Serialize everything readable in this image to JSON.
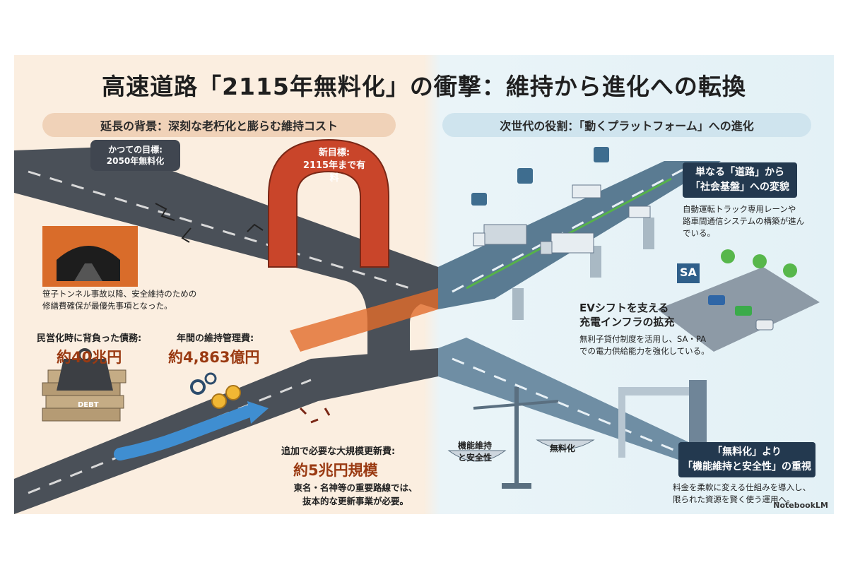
{
  "title": "高速道路「2115年無料化」の衝撃：維持から進化への転換",
  "left_section": {
    "header": "延長の背景：深刻な老朽化と膨らむ維持コスト",
    "old_goal": [
      "かつての目標:",
      "2050年無料化"
    ],
    "new_goal": [
      "新目標:",
      "2115年まで有料"
    ],
    "tunnel_note": [
      "笹子トンネル事故以降、安全維持のための",
      "修繕費確保が最優先事項となった。"
    ],
    "debt_label": "民営化時に背負った債務:",
    "debt_value": "約40兆円",
    "maintenance_label": "年間の維持管理費:",
    "maintenance_value": "約4,863億円",
    "renewal_label": "追加で必要な大規模更新費:",
    "renewal_value": "約5兆円規模",
    "renewal_note": [
      "東名・名神等の重要路線では、",
      "抜本的な更新事業が必要。"
    ],
    "debt_icon_text": "DEBT"
  },
  "right_section": {
    "header": "次世代の役割：「動くプラットフォーム」への進化",
    "box1": [
      "単なる「道路」から",
      "「社会基盤」への変貌"
    ],
    "box1_note": [
      "自動運転トラック専用レーンや",
      "路車間通信システムの構築が進ん",
      "でいる。"
    ],
    "ev_title": [
      "EVシフトを支える",
      "充電インフラの拡充"
    ],
    "ev_note": [
      "無利子貸付制度を活用し、SA・PA",
      "での電力供給能力を強化している。"
    ],
    "sa_sign": "SA",
    "scale_left": [
      "機能維持",
      "と安全性"
    ],
    "scale_right": "無料化",
    "box2": [
      "「無料化」より",
      "「機能維持と安全性」の重視"
    ],
    "box2_note": [
      "料金を柔軟に変える仕組みを導入し、",
      "限られた資源を賢く使う運用へ。"
    ]
  },
  "watermark": "NotebookLM",
  "colors": {
    "left_bg": "#fbeee0",
    "right_bg": "#e3f1f6",
    "accent_orange": "#9a3a12",
    "arch_red": "#c9452a",
    "navy_box": "#23394f",
    "road": "#4a5058"
  }
}
